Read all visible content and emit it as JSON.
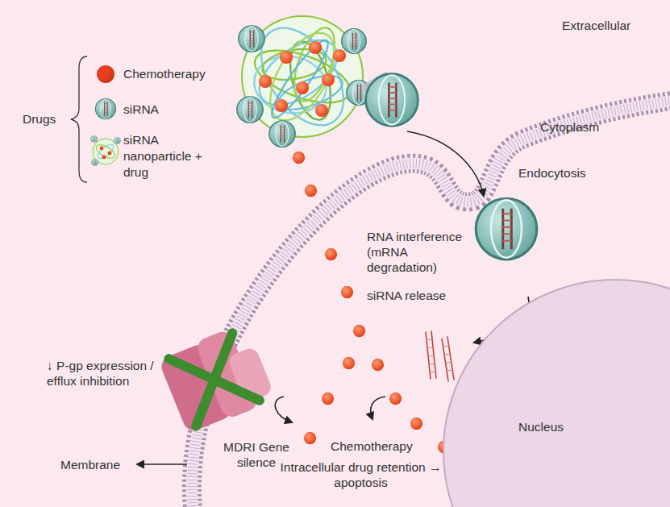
{
  "diagram": {
    "nodes": [
      {
        "text": [
          "Nucleus"
        ]
      }
    ],
    "labels": [
      "Drugs",
      "Extracellular",
      "Cytoplasm",
      "Endocytosis",
      "RNA interference (mRNA degradation)",
      "siRNA release",
      "↓ P-gp expression / efflux inhibition",
      "MDRI Gene silence",
      "Chemotherapy",
      "Intracellular drug retention → apoptosis",
      "Membrane"
    ],
    "legend": [
      {
        "text": "Chemotherapy",
        "color": "#e8401c"
      },
      {
        "text": "siRNA"
      },
      {
        "text": "siRNA nanoparticle + drug"
      }
    ]
  }
}
